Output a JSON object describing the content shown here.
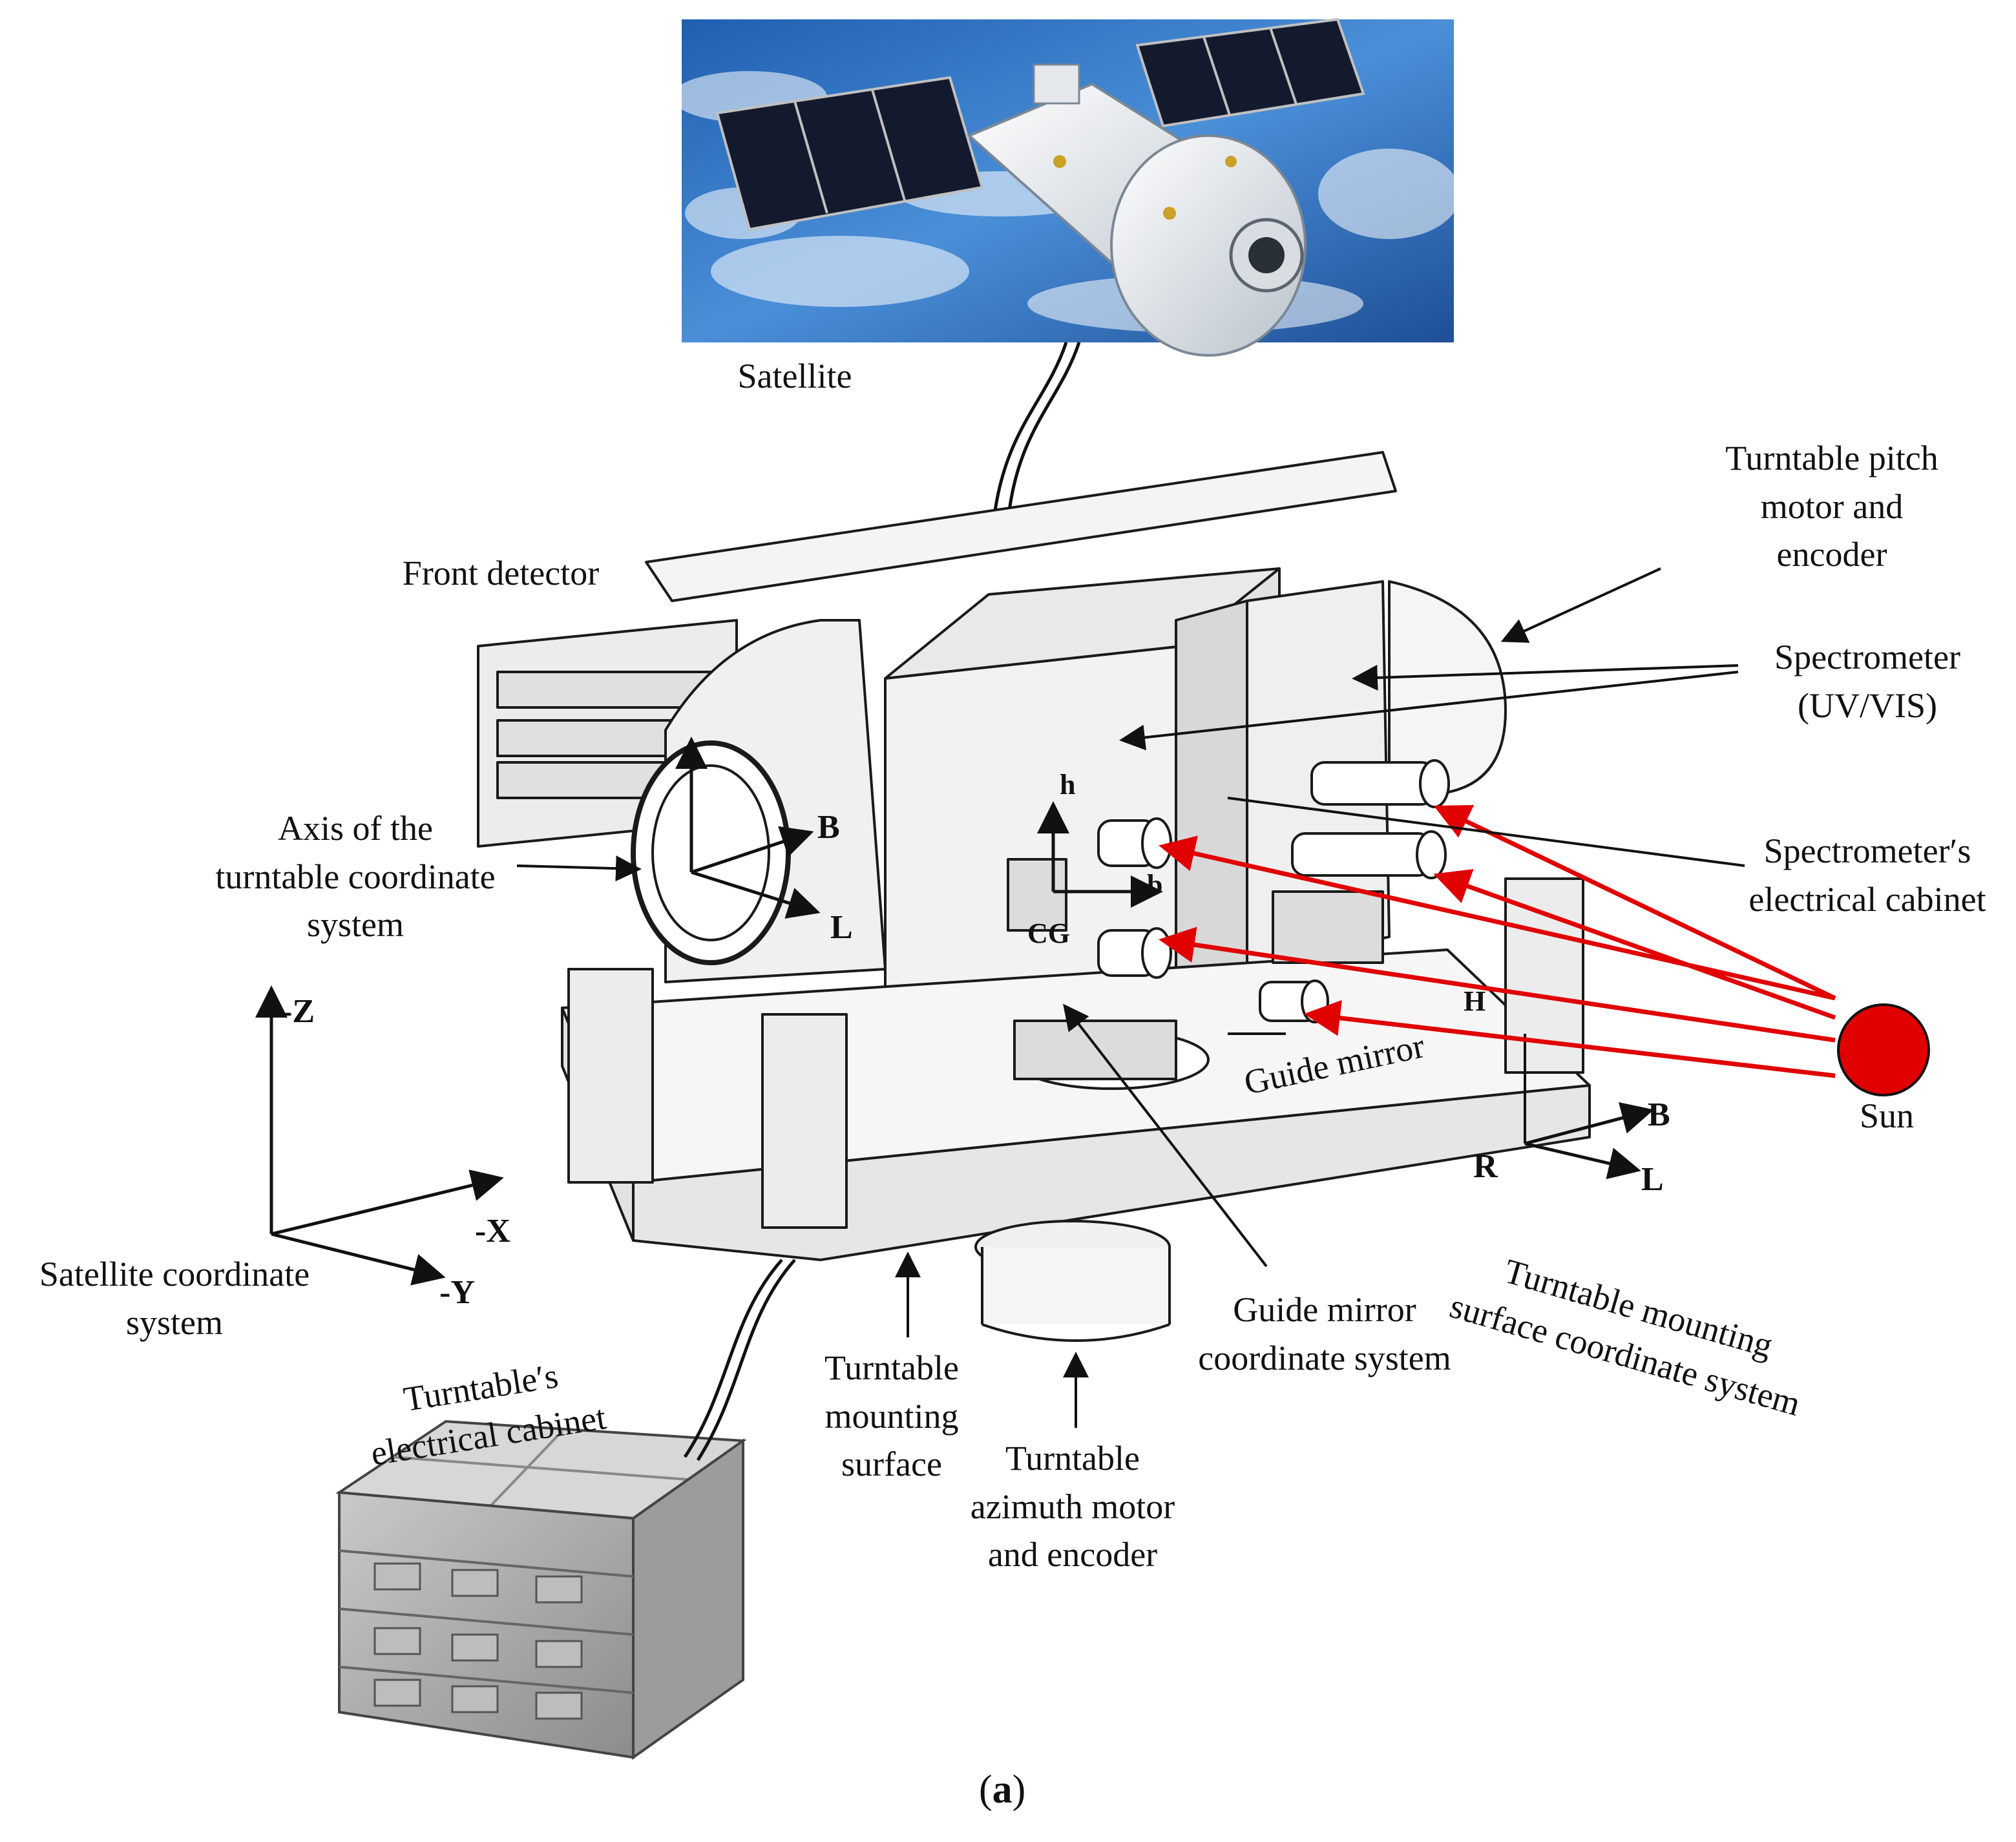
{
  "labels": {
    "satellite": "Satellite",
    "front_detector": "Front detector",
    "axis_turntable": "Axis of the\nturntable coordinate\nsystem",
    "pitch_motor": "Turntable pitch\nmotor and\nencoder",
    "spectrometer": "Spectrometer\n(UV/VIS)",
    "spectrometer_cabinet": "Spectrometer′s\nelectrical cabinet",
    "guide_mirror": "Guide mirror",
    "sun": "Sun",
    "satellite_coord": "Satellite coordinate\nsystem",
    "turntable_cabinet": "Turntable′s\nelectrical cabinet",
    "mounting_surface": "Turntable\nmounting\nsurface",
    "azimuth_motor": "Turntable\nazimuth motor\nand encoder",
    "guide_mirror_coord": "Guide mirror\ncoordinate system",
    "mounting_surface_coord": "Turntable mounting\nsurface coordinate system"
  },
  "axes": {
    "neg_z": "-Z",
    "neg_x": "-X",
    "neg_y": "-Y",
    "B": "B",
    "L": "L",
    "R": "R",
    "h": "h",
    "b": "b",
    "CG": "CG",
    "H": "H"
  },
  "caption": {
    "open": "(",
    "letter": "a",
    "close": ")"
  },
  "colors": {
    "sun": "#e00000",
    "rays": "#e00000",
    "outline": "#1a1a1a",
    "machine_fill": "#f2f2f2"
  }
}
